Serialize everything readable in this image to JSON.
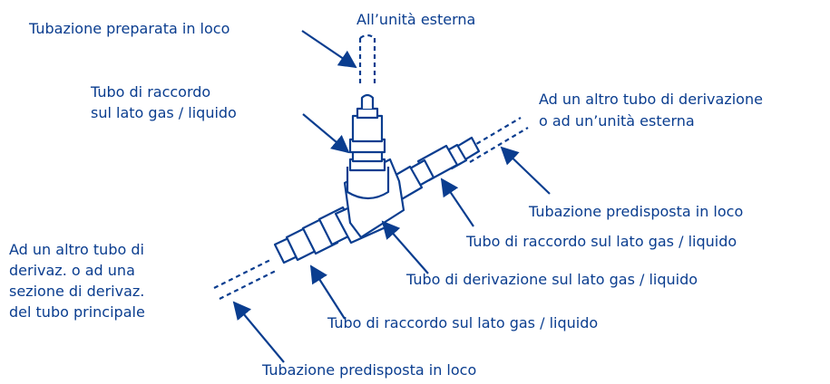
{
  "colors": {
    "line": "#0a3d8f",
    "text": "#0a3d8f",
    "background": "#ffffff"
  },
  "labels": {
    "field_piping_prepared": "Tubazione preparata in loco",
    "to_outdoor_unit": "All’unità esterna",
    "connection_tube_top_1": "Tubo di raccordo",
    "connection_tube_top_2": "sul lato gas / liquido",
    "other_branch_right_1": "Ad un altro tubo di derivazione",
    "other_branch_right_2": "o ad un’unità esterna",
    "field_piping_right": "Tubazione predisposta in loco",
    "connection_tube_right": "Tubo di raccordo sul lato gas / liquido",
    "other_branch_left_1": "Ad un altro tubo di",
    "other_branch_left_2": "derivaz. o ad una",
    "other_branch_left_3": "sezione di derivaz.",
    "other_branch_left_4": "del tubo principale",
    "branch_tube": "Tubo di derivazione sul lato gas / liquido",
    "connection_tube_bottom": "Tubo di raccordo sul lato gas / liquido",
    "field_piping_bottom": "Tubazione predisposta in loco"
  }
}
